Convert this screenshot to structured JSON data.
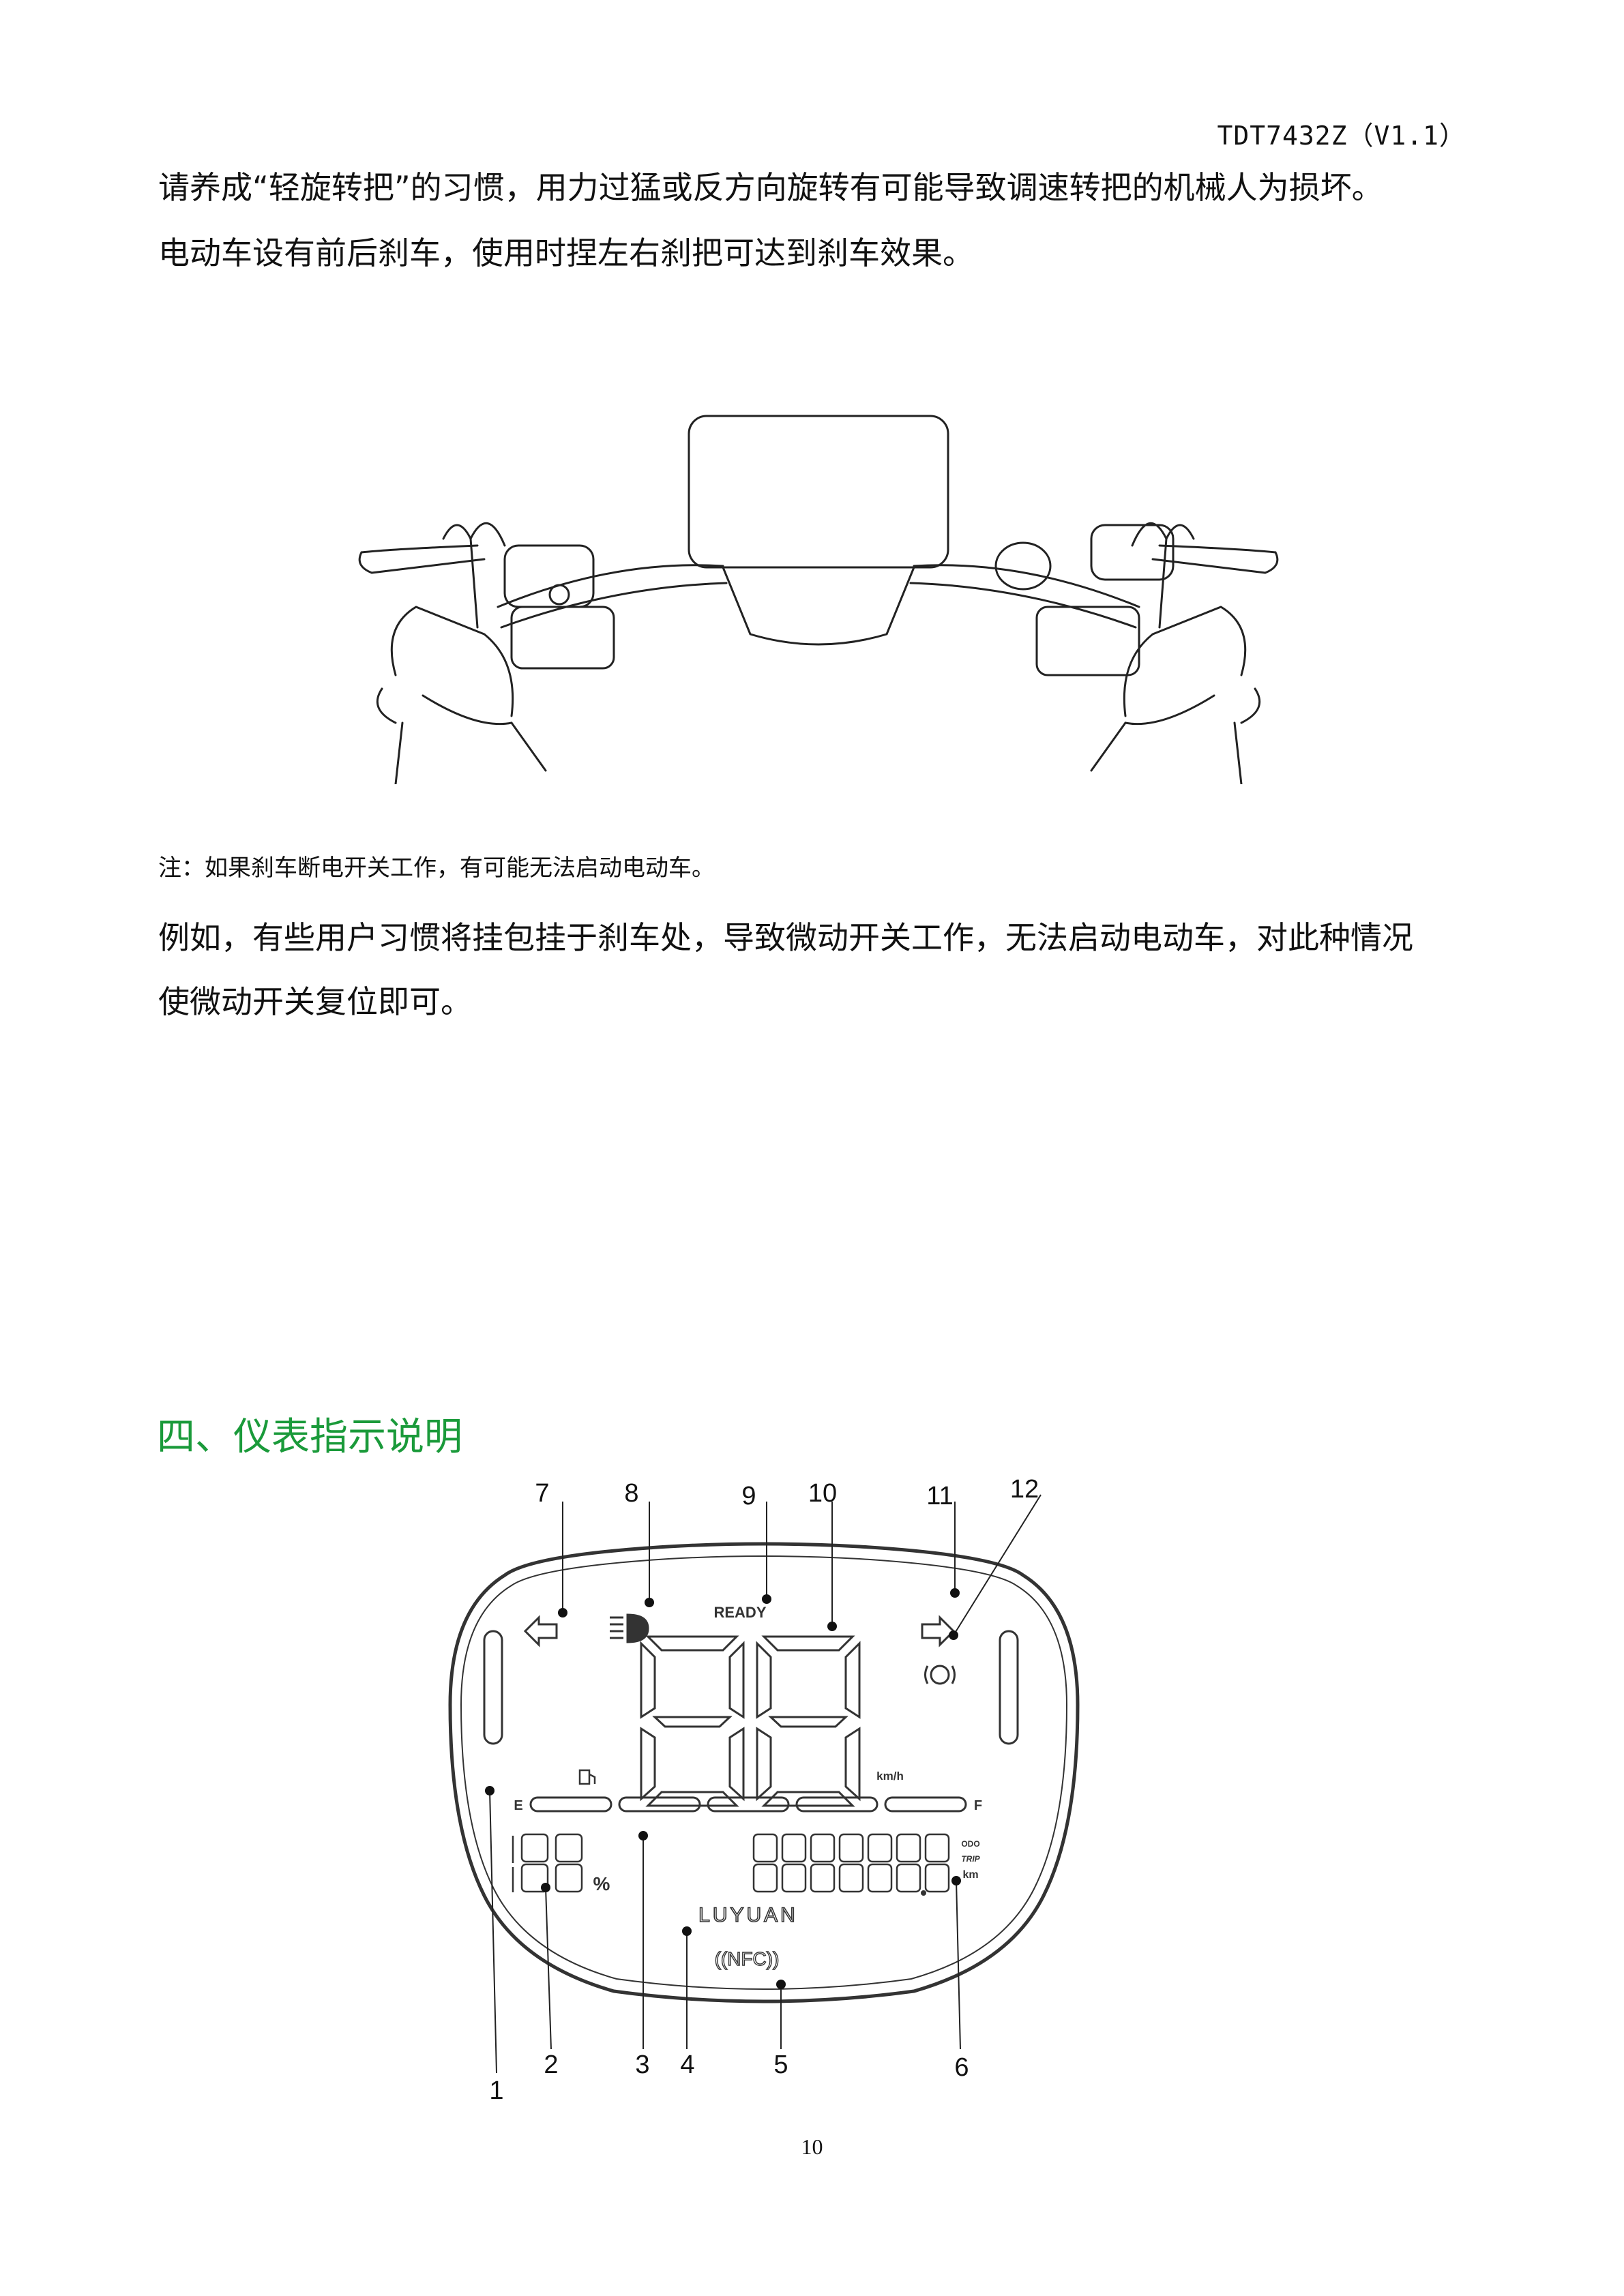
{
  "header": {
    "doc_code": "TDT7432Z（V1.1）"
  },
  "intro_lines": [
    "请养成“轻旋转把”的习惯，用力过猛或反方向旋转有可能导致调速转把的机械人为损坏。",
    "电动车设有前后刹车，使用时捏左右刹把可达到刹车效果。"
  ],
  "note": "注：如果刹车断电开关工作，有可能无法启动电动车。",
  "example_lines": [
    "例如，有些用户习惯将挂包挂于刹车处，导致微动开关工作，无法启动电动车，对此种情况",
    "使微动开关复位即可。"
  ],
  "section_title": "四、仪表指示说明",
  "dashboard": {
    "callouts": [
      "1",
      "2",
      "3",
      "4",
      "5",
      "6",
      "7",
      "8",
      "9",
      "10",
      "11",
      "12"
    ],
    "ready_label": "READY",
    "speed_unit": "km/h",
    "fuel_empty": "E",
    "fuel_full": "F",
    "percent_sign": "%",
    "odo_label": "ODO",
    "trip_label": "TRIP",
    "km_label": "km",
    "brand": "LUYUAN",
    "nfc_label": "((NFC))"
  },
  "footer": {
    "page_number": "10"
  }
}
